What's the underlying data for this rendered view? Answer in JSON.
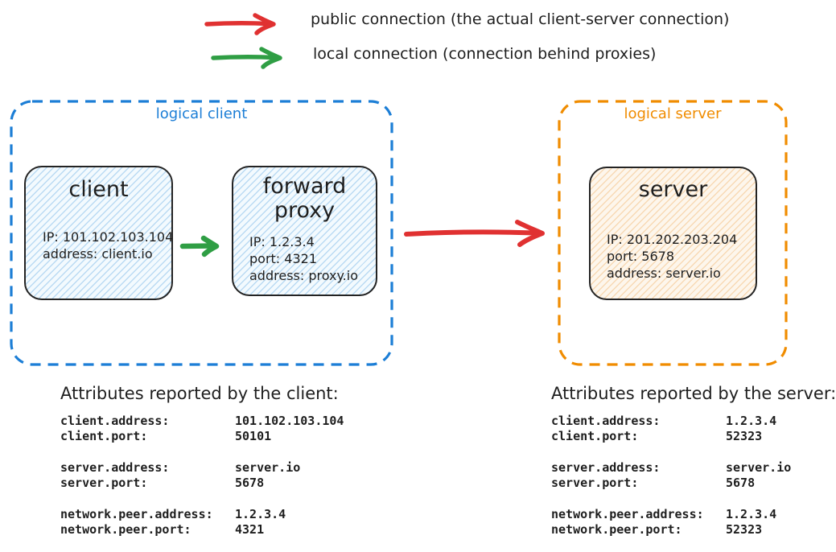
{
  "colors": {
    "public_connection": "#e03131",
    "local_connection": "#2f9e44",
    "client_accent": "#1c7ed6",
    "server_accent": "#f08c00",
    "node_border": "#232323"
  },
  "legend": {
    "public": {
      "label": "public connection (the actual client-server connection)"
    },
    "local": {
      "label": "local connection (connection behind proxies)"
    }
  },
  "diagram": {
    "logical_client": {
      "label": "logical client",
      "client_node": {
        "title": "client",
        "lines": [
          "IP: 101.102.103.104",
          "address: client.io"
        ]
      },
      "proxy_node": {
        "title": "forward proxy",
        "lines": [
          "IP: 1.2.3.4",
          "port: 4321",
          "address: proxy.io"
        ]
      }
    },
    "logical_server": {
      "label": "logical server",
      "server_node": {
        "title": "server",
        "lines": [
          "IP: 201.202.203.204",
          "port: 5678",
          "address: server.io"
        ]
      }
    }
  },
  "client_attributes": {
    "title": "Attributes reported by the client:",
    "groups": [
      [
        {
          "key": "client.address:",
          "value": "101.102.103.104"
        },
        {
          "key": "client.port:",
          "value": "50101"
        }
      ],
      [
        {
          "key": "server.address:",
          "value": "server.io"
        },
        {
          "key": "server.port:",
          "value": "5678"
        }
      ],
      [
        {
          "key": "network.peer.address:",
          "value": "1.2.3.4"
        },
        {
          "key": "network.peer.port:",
          "value": "4321"
        }
      ]
    ]
  },
  "server_attributes": {
    "title": "Attributes reported by the server:",
    "groups": [
      [
        {
          "key": "client.address:",
          "value": "1.2.3.4"
        },
        {
          "key": "client.port:",
          "value": "52323"
        }
      ],
      [
        {
          "key": "server.address:",
          "value": "server.io"
        },
        {
          "key": "server.port:",
          "value": "5678"
        }
      ],
      [
        {
          "key": "network.peer.address:",
          "value": "1.2.3.4"
        },
        {
          "key": "network.peer.port:",
          "value": "52323"
        }
      ]
    ]
  }
}
